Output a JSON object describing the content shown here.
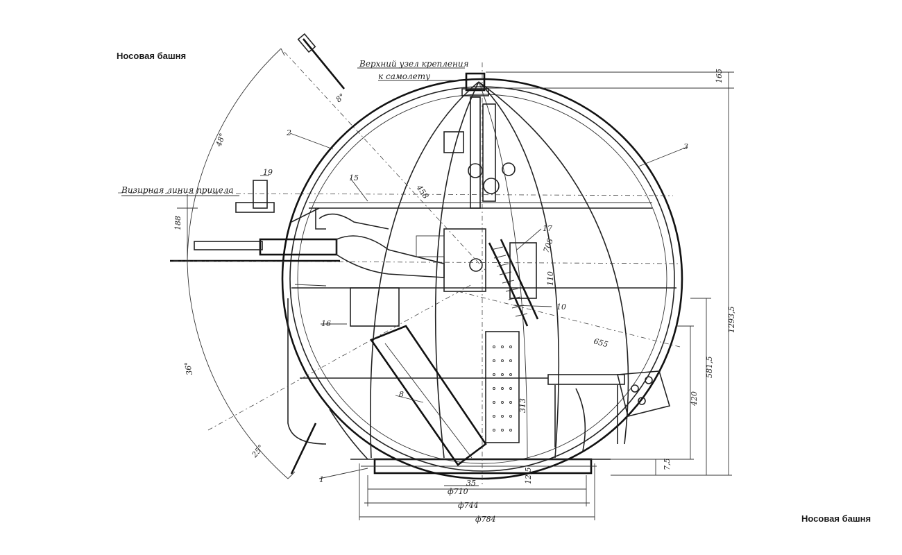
{
  "captions": {
    "top": "Носовая башня",
    "bottom": "Носовая башня"
  },
  "notes": {
    "mount_line1": "Верхний узел крепления",
    "mount_line2": "к самолету",
    "sight_line": "Визирная линия прицела"
  },
  "dimensions": {
    "d784": "ф784",
    "d744": "ф744",
    "d710": "ф710",
    "height": "1293,5",
    "top_gap": "165",
    "h5815": "581,5",
    "h420": "420",
    "h75": "7,5",
    "h125": "12,5",
    "b35": "35",
    "r655": "655",
    "r458": "458",
    "a708": "708",
    "a110": "110",
    "a313": "313",
    "a188": "188",
    "ang48": "48°",
    "ang36": "36°",
    "ang25": "25°",
    "ang8": "8°"
  },
  "parts": {
    "p1": "1",
    "p2": "2",
    "p3": "3",
    "p8": "8",
    "p10": "10",
    "p15": "15",
    "p16": "16",
    "p17": "17",
    "p19": "19"
  }
}
